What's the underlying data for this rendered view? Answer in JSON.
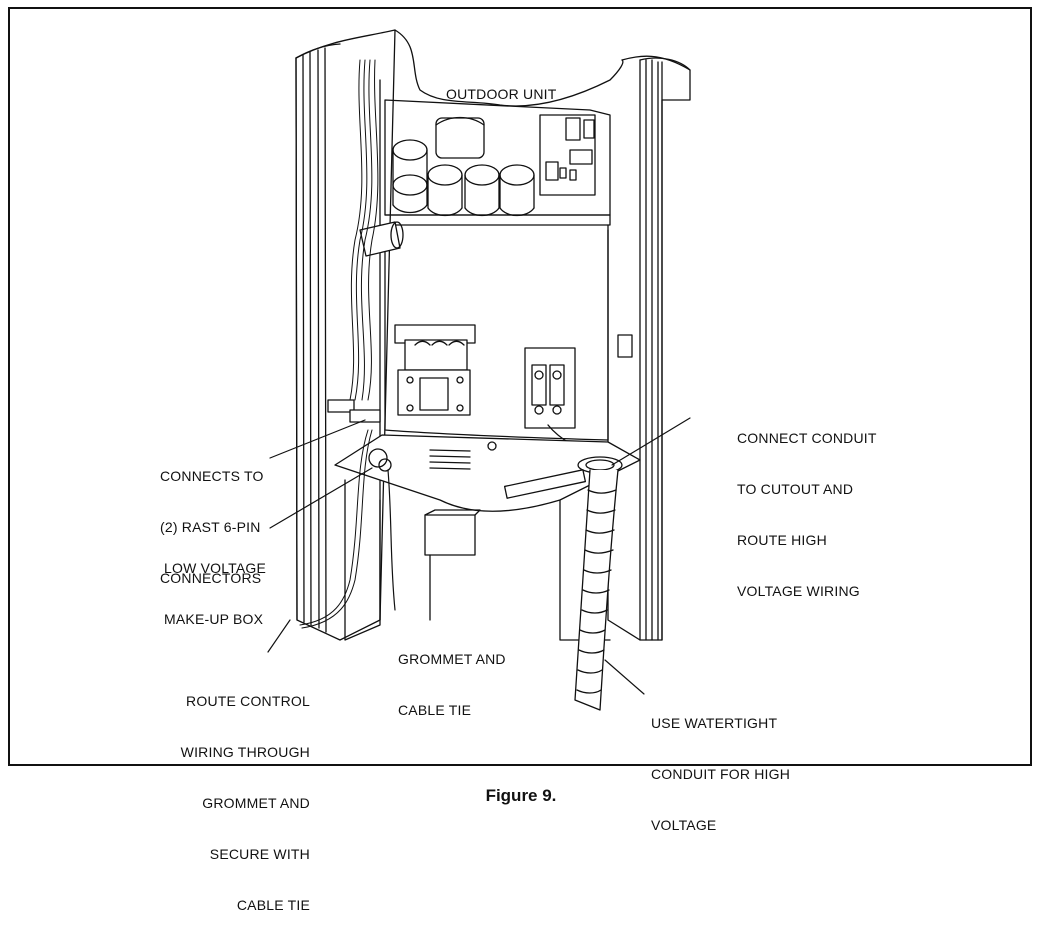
{
  "figure": {
    "caption": "Figure 9."
  },
  "labels": {
    "outdoor_unit": "OUTDOOR UNIT",
    "connect_conduit": [
      "CONNECT CONDUIT",
      "TO CUTOUT AND",
      "ROUTE HIGH",
      "VOLTAGE WIRING"
    ],
    "connects_to": [
      "CONNECTS TO",
      "(2) RAST 6-PIN",
      "CONNECTORS"
    ],
    "low_voltage": [
      "LOW VOLTAGE",
      "MAKE-UP BOX"
    ],
    "grommet": [
      "GROMMET AND",
      "CABLE TIE"
    ],
    "route_control": [
      "ROUTE CONTROL",
      "WIRING THROUGH",
      "GROMMET AND",
      "SECURE WITH",
      "CABLE TIE"
    ],
    "watertight": [
      "USE WATERTIGHT",
      "CONDUIT FOR HIGH",
      "VOLTAGE"
    ]
  }
}
